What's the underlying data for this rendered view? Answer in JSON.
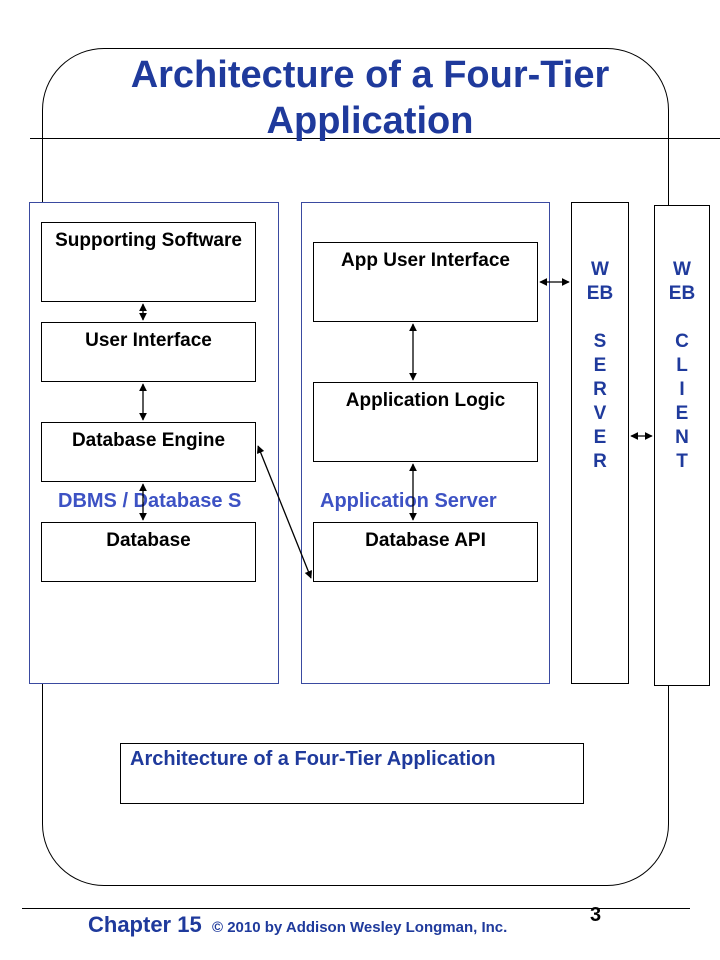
{
  "slide": {
    "title": "Architecture of a Four-Tier Application",
    "caption": "Architecture of a Four-Tier Application",
    "footer": {
      "chapter": "Chapter 15",
      "copyright": "© 2010 by Addison Wesley Longman, Inc.",
      "page_number": "3"
    }
  },
  "dbms_panel": {
    "label": "DBMS / Database S",
    "boxes": {
      "supporting_software": "Supporting Software",
      "user_interface": "User Interface",
      "database_engine": "Database Engine",
      "database": "Database"
    }
  },
  "app_panel": {
    "label": "Application Server",
    "boxes": {
      "app_user_interface": "App User Interface",
      "application_logic": "Application Logic",
      "database_api": "Database API"
    }
  },
  "web_server": {
    "lines": [
      "W",
      "EB",
      "",
      "S",
      "E",
      "R",
      "V",
      "E",
      "R"
    ]
  },
  "web_client": {
    "lines": [
      "W",
      "EB",
      "",
      "C",
      "L",
      "I",
      "E",
      "N",
      "T"
    ]
  },
  "colors": {
    "title": "#1f3a9c",
    "label": "#3d52c4",
    "panel_border": "#3a4aa0"
  }
}
